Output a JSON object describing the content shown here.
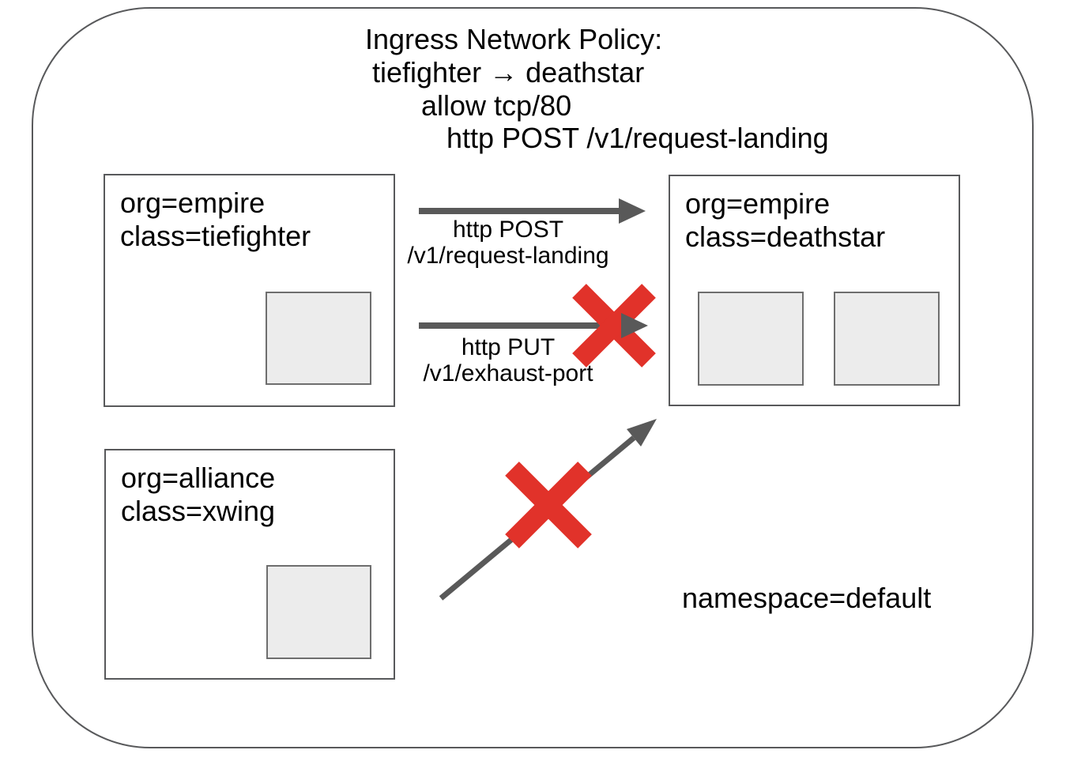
{
  "title": {
    "line1": "Ingress Network Policy:",
    "line2": "tiefighter → deathstar",
    "line3": "allow tcp/80",
    "line4": "http POST /v1/request-landing"
  },
  "nodes": {
    "tiefighter": {
      "org": "org=empire",
      "class": "class=tiefighter"
    },
    "deathstar": {
      "org": "org=empire",
      "class": "class=deathstar"
    },
    "xwing": {
      "org": "org=alliance",
      "class": "class=xwing"
    }
  },
  "edges": {
    "post": {
      "line1": "http POST",
      "line2": "/v1/request-landing",
      "status": "allowed"
    },
    "put": {
      "line1": "http PUT",
      "line2": "/v1/exhaust-port",
      "status": "denied"
    },
    "xwing_to_deathstar": {
      "status": "denied"
    }
  },
  "namespace_label": "namespace=default",
  "colors": {
    "arrow": "#595959",
    "denied": "#e1322a",
    "border": "#58595b",
    "pod_fill": "#ececec",
    "pod_border": "#6e6e6e",
    "text": "#000000",
    "background": "#ffffff"
  }
}
